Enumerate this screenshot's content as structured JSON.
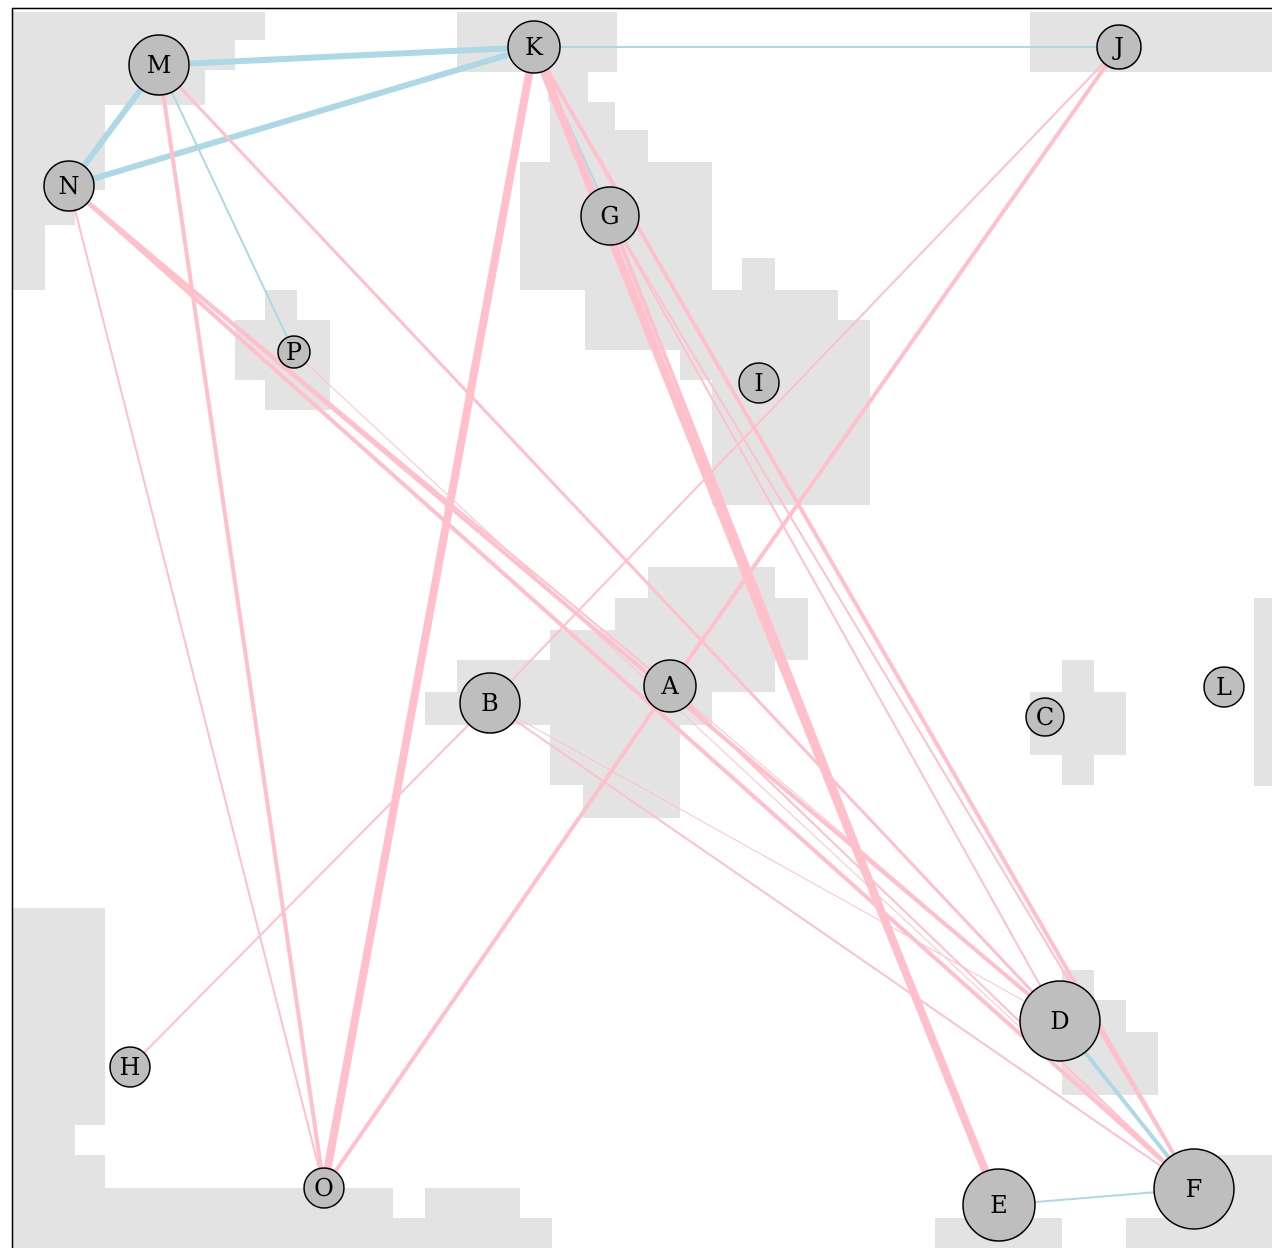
{
  "colors": {
    "background": "#ffffff",
    "terrain": "#e3e3e3",
    "positive_edge": "#add8e6",
    "negative_edge": "#ffc0cb",
    "node_fill": "#bebebe",
    "node_stroke": "#000000"
  },
  "nodes": [
    {
      "id": "A",
      "label": "A"
    },
    {
      "id": "B",
      "label": "B"
    },
    {
      "id": "C",
      "label": "C"
    },
    {
      "id": "D",
      "label": "D"
    },
    {
      "id": "E",
      "label": "E"
    },
    {
      "id": "F",
      "label": "F"
    },
    {
      "id": "G",
      "label": "G"
    },
    {
      "id": "H",
      "label": "H"
    },
    {
      "id": "I",
      "label": "I"
    },
    {
      "id": "J",
      "label": "J"
    },
    {
      "id": "K",
      "label": "K"
    },
    {
      "id": "L",
      "label": "L"
    },
    {
      "id": "M",
      "label": "M"
    },
    {
      "id": "N",
      "label": "N"
    },
    {
      "id": "O",
      "label": "O"
    },
    {
      "id": "P",
      "label": "P"
    }
  ],
  "edges": [
    {
      "from": "M",
      "to": "K",
      "type": "positive",
      "weight": 3
    },
    {
      "from": "N",
      "to": "K",
      "type": "positive",
      "weight": 3
    },
    {
      "from": "M",
      "to": "N",
      "type": "positive",
      "weight": 3
    },
    {
      "from": "K",
      "to": "J",
      "type": "positive",
      "weight": 1
    },
    {
      "from": "M",
      "to": "P",
      "type": "positive",
      "weight": 1
    },
    {
      "from": "K",
      "to": "G",
      "type": "positive",
      "weight": 1
    },
    {
      "from": "D",
      "to": "F",
      "type": "positive",
      "weight": 2
    },
    {
      "from": "E",
      "to": "F",
      "type": "positive",
      "weight": 1
    },
    {
      "from": "K",
      "to": "O",
      "type": "negative",
      "weight": 4
    },
    {
      "from": "K",
      "to": "E",
      "type": "negative",
      "weight": 4
    },
    {
      "from": "G",
      "to": "E",
      "type": "negative",
      "weight": 2
    },
    {
      "from": "K",
      "to": "F",
      "type": "negative",
      "weight": 2
    },
    {
      "from": "G",
      "to": "D",
      "type": "negative",
      "weight": 1
    },
    {
      "from": "G",
      "to": "F",
      "type": "negative",
      "weight": 1
    },
    {
      "from": "M",
      "to": "O",
      "type": "negative",
      "weight": 2
    },
    {
      "from": "M",
      "to": "D",
      "type": "negative",
      "weight": 1.5
    },
    {
      "from": "N",
      "to": "O",
      "type": "negative",
      "weight": 1
    },
    {
      "from": "N",
      "to": "D",
      "type": "negative",
      "weight": 2
    },
    {
      "from": "N",
      "to": "F",
      "type": "negative",
      "weight": 2
    },
    {
      "from": "N",
      "to": "A",
      "type": "negative",
      "weight": 1
    },
    {
      "from": "J",
      "to": "A",
      "type": "negative",
      "weight": 2
    },
    {
      "from": "J",
      "to": "B",
      "type": "negative",
      "weight": 1
    },
    {
      "from": "A",
      "to": "O",
      "type": "negative",
      "weight": 2
    },
    {
      "from": "A",
      "to": "F",
      "type": "negative",
      "weight": 1
    },
    {
      "from": "A",
      "to": "D",
      "type": "negative",
      "weight": 0.5
    },
    {
      "from": "B",
      "to": "F",
      "type": "negative",
      "weight": 1
    },
    {
      "from": "B",
      "to": "D",
      "type": "negative",
      "weight": 0.5
    },
    {
      "from": "B",
      "to": "H",
      "type": "negative",
      "weight": 1
    },
    {
      "from": "P",
      "to": "F",
      "type": "negative",
      "weight": 0.5
    }
  ]
}
